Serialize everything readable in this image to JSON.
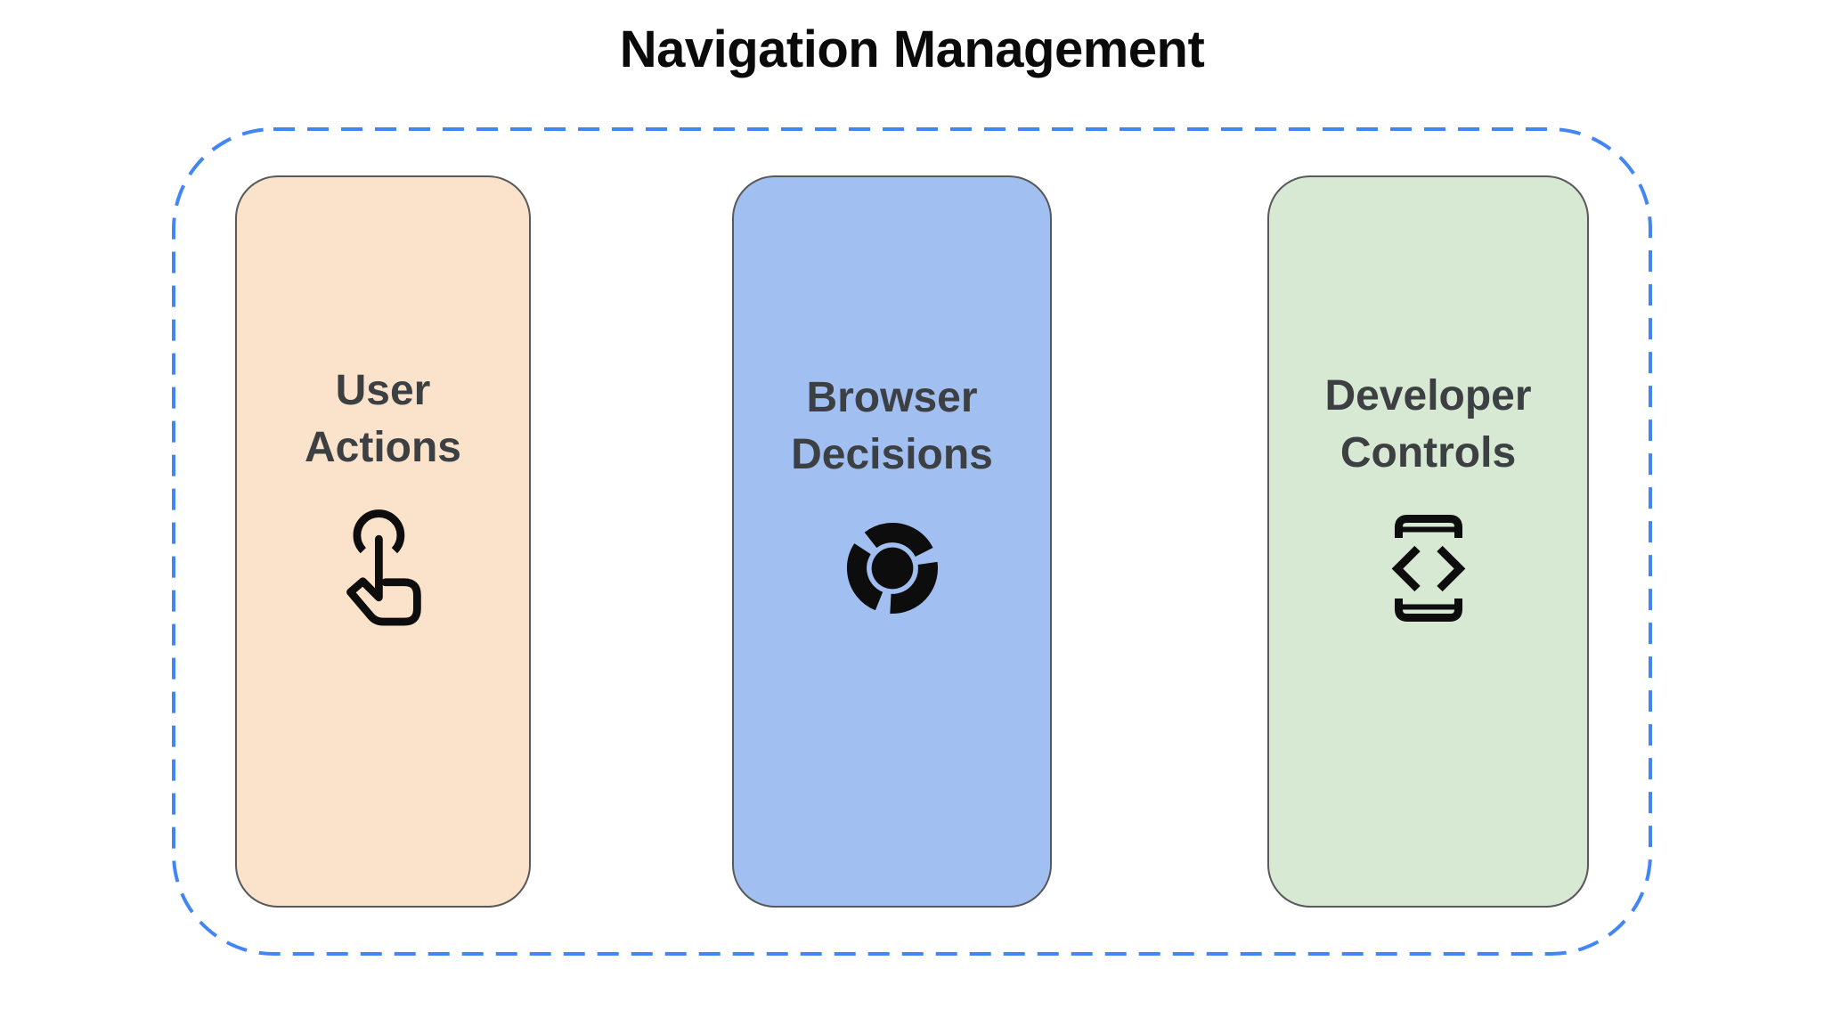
{
  "page": {
    "title": "Navigation Management",
    "background_color": "#FFFFFF"
  },
  "diagram": {
    "frame": {
      "border_color": "#4285F4",
      "border_style": "dashed"
    },
    "text_color": "#3C4043",
    "icon_color": "#0D0D0D",
    "card_border_color": "#58595B",
    "cards": [
      {
        "label": "User Actions",
        "icon": "touch-gesture-icon",
        "bg_color": "#FBE3CB"
      },
      {
        "label": "Browser Decisions",
        "icon": "chrome-browser-icon",
        "bg_color": "#A2BFF1"
      },
      {
        "label": "Developer Controls",
        "icon": "developer-mode-icon",
        "bg_color": "#D7E9D2"
      }
    ]
  }
}
